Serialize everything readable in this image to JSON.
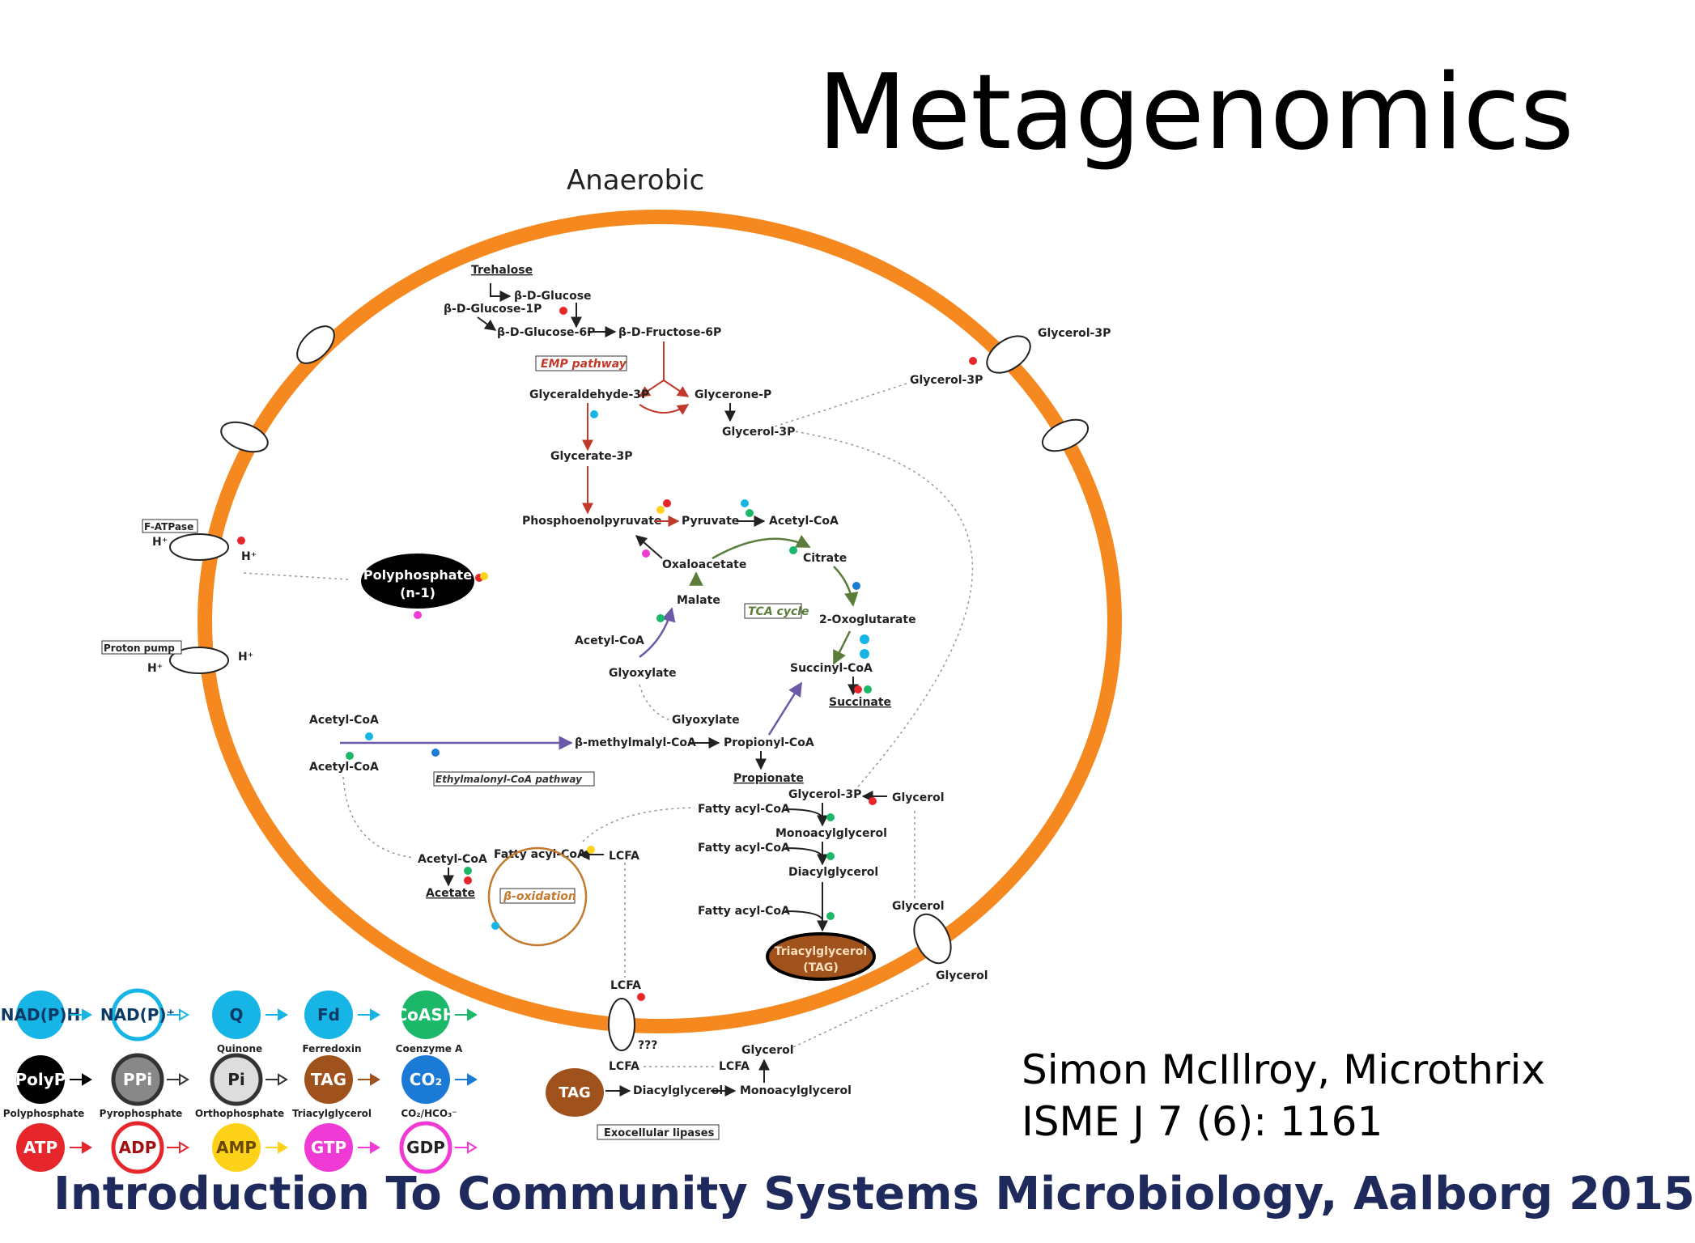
{
  "slide": {
    "title": "Metagenomics",
    "citation_line1": "Simon McIllroy, Microthrix",
    "citation_line2": "ISME J 7 (6): 1161",
    "footer": "Introduction To Community Systems Microbiology, Aalborg 2015"
  },
  "diagram": {
    "header": "Anaerobic",
    "colors": {
      "membrane": "#f5891f",
      "tag": "#a0521c",
      "polyphosphate": "#000000"
    },
    "labels": {
      "trehalose": "Trehalose",
      "b_glucose": "β-D-Glucose",
      "b_glucose_1p": "β-D-Glucose-1P",
      "b_glucose_6p": "β-D-Glucose-6P",
      "b_fructose_6p": "β-D-Fructose-6P",
      "emp": "EMP pathway",
      "glyceraldehyde_3p": "Glyceraldehyde-3P",
      "glycerone_p": "Glycerone-P",
      "glycerol_3p": "Glycerol-3P",
      "glycerate_3p": "Glycerate-3P",
      "pep": "Phosphoenolpyruvate",
      "pyruvate": "Pyruvate",
      "acetyl_coa": "Acetyl-CoA",
      "oxaloacetate": "Oxaloacetate",
      "citrate": "Citrate",
      "malate": "Malate",
      "tca": "TCA cycle",
      "oxoglutarate": "2-Oxoglutarate",
      "glyoxylate": "Glyoxylate",
      "succinyl_coa": "Succinyl-CoA",
      "succinate": "Succinate",
      "f_atpase": "F-ATPase",
      "h_plus": "H⁺",
      "proton_pump": "Proton pump",
      "polyphosphate_1": "Polyphosphate",
      "polyphosphate_2": "(n-1)",
      "b_methylmalyl": "β-methylmalyl-CoA",
      "propionyl_coa": "Propionyl-CoA",
      "propionate": "Propionate",
      "ethylmalonyl": "Ethylmalonyl-CoA pathway",
      "glycerol": "Glycerol",
      "fatty_acyl_coa": "Fatty acyl-CoA",
      "monoacylglycerol": "Monoacylglycerol",
      "diacylglycerol": "Diacylglycerol",
      "lcfa": "LCFA",
      "acetate": "Acetate",
      "b_oxidation": "β-oxidation",
      "tag_1": "Triacylglycerol",
      "tag_2": "(TAG)",
      "unknown": "???",
      "tag": "TAG",
      "exo_lipases": "Exocellular lipases"
    },
    "legend": [
      {
        "symbol": "NAD(P)H",
        "caption": "",
        "bg": "#17b5e6",
        "fg": "#0b3a66",
        "ring": false
      },
      {
        "symbol": "NAD(P)⁺",
        "caption": "",
        "bg": "#ffffff",
        "fg": "#0b3a66",
        "ring": true,
        "ringColor": "#17b5e6"
      },
      {
        "symbol": "Q",
        "caption": "Quinone",
        "bg": "#17b5e6",
        "fg": "#0b3a66",
        "ring": false
      },
      {
        "symbol": "Fd",
        "caption": "Ferredoxin",
        "bg": "#17b5e6",
        "fg": "#0b3a66",
        "ring": false
      },
      {
        "symbol": "CoASH",
        "caption": "Coenzyme A",
        "bg": "#1cb86a",
        "fg": "#ffffff",
        "ring": false
      },
      {
        "symbol": "PolyP",
        "caption": "Polyphosphate",
        "bg": "#000000",
        "fg": "#ffffff",
        "ring": false
      },
      {
        "symbol": "PPi",
        "caption": "Pyrophosphate",
        "bg": "#888888",
        "fg": "#ffffff",
        "ring": true,
        "ringColor": "#333333"
      },
      {
        "symbol": "Pi",
        "caption": "Orthophosphate",
        "bg": "#dddddd",
        "fg": "#222222",
        "ring": true,
        "ringColor": "#333333"
      },
      {
        "symbol": "TAG",
        "caption": "Triacylglycerol",
        "bg": "#a0521c",
        "fg": "#ffffff",
        "ring": false
      },
      {
        "symbol": "CO₂",
        "caption": "CO₂/HCO₃⁻",
        "bg": "#1a7ad6",
        "fg": "#ffffff",
        "ring": false
      },
      {
        "symbol": "ATP",
        "caption": "",
        "bg": "#e6262b",
        "fg": "#ffffff",
        "ring": false
      },
      {
        "symbol": "ADP",
        "caption": "",
        "bg": "#ffffff",
        "fg": "#a01010",
        "ring": true,
        "ringColor": "#e6262b"
      },
      {
        "symbol": "AMP",
        "caption": "",
        "bg": "#ffd21a",
        "fg": "#6a4a00",
        "ring": false
      },
      {
        "symbol": "GTP",
        "caption": "",
        "bg": "#f03ad6",
        "fg": "#ffffff",
        "ring": false
      },
      {
        "symbol": "GDP",
        "caption": "",
        "bg": "#ffffff",
        "fg": "#222222",
        "ring": true,
        "ringColor": "#f03ad6"
      }
    ]
  }
}
